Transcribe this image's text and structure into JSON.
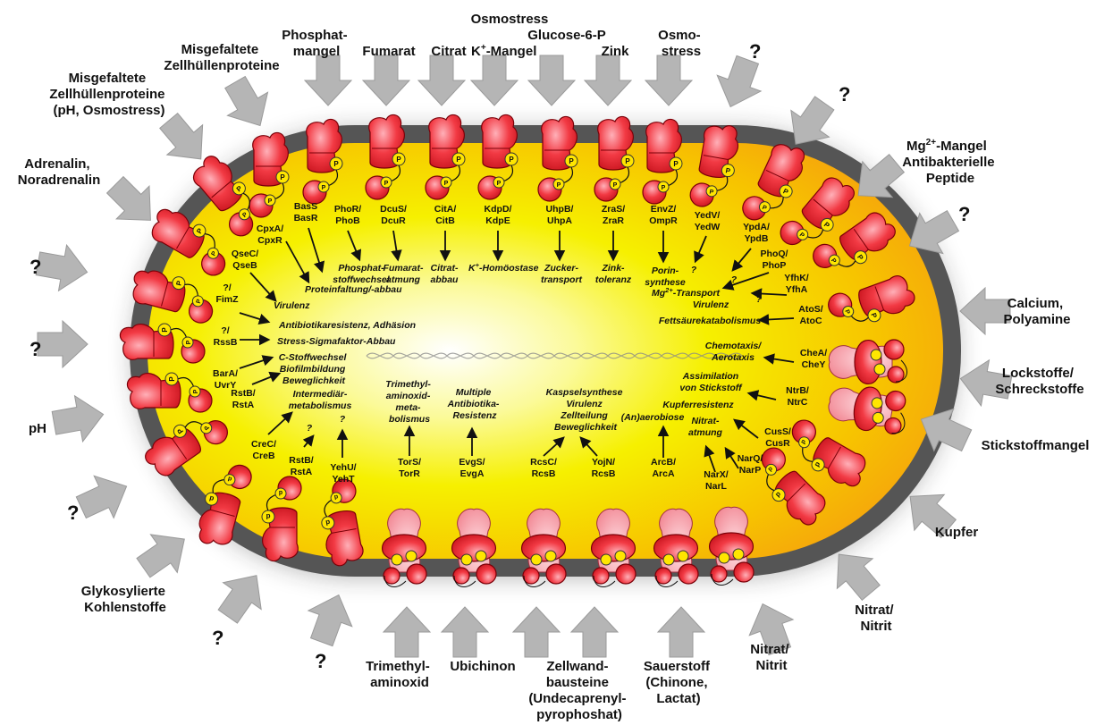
{
  "stimuli": {
    "adrenalin": [
      "Adrenalin,",
      "Noradrenalin"
    ],
    "envelope_ph": [
      "Misgefaltete",
      "Zellhüllenproteine",
      "(pH, Osmostress)"
    ],
    "envelope": [
      "Misgefaltete",
      "Zellhüllenproteine"
    ],
    "phosphate": [
      "Phosphat-",
      "mangel"
    ],
    "fumarate": [
      "Fumarat"
    ],
    "citrate": [
      "Citrat"
    ],
    "potassium_pre": "K",
    "potassium_sup": "+",
    "potassium_post": "-Mangel",
    "osmostress": [
      "Osmostress"
    ],
    "glucose": [
      "Glucose-6-P"
    ],
    "zinc": [
      "Zink"
    ],
    "osmostress2": [
      "Osmo-",
      "stress"
    ],
    "mg_pre": "Mg",
    "mg_sup": "2+",
    "mg_post": "-Mangel",
    "antibacterial": [
      "Antibakterielle",
      "Peptide"
    ],
    "calcium": [
      "Calcium,",
      "Polyamine"
    ],
    "lock": [
      "Lockstoffe/",
      "Schreckstoffe"
    ],
    "nitrogen": [
      "Stickstoffmangel"
    ],
    "copper": [
      "Kupfer"
    ],
    "nitrate_right": [
      "Nitrat/",
      "Nitrit"
    ],
    "nitrate_bottom": [
      "Nitrat/",
      "Nitrit"
    ],
    "oxygen": [
      "Sauerstoff",
      "(Chinone,",
      "Lactat)"
    ],
    "cellwall": [
      "Zellwand-",
      "bausteine",
      "(Undecaprenyl-",
      "pyrophoshat)"
    ],
    "ubiquinone": [
      "Ubichinon"
    ],
    "tmao": [
      "Trimethyl-",
      "aminoxid"
    ],
    "glyco": [
      "Glykosylierte",
      "Kohlenstoffe"
    ],
    "ph": [
      "pH"
    ],
    "unknown": "?"
  },
  "systems": {
    "phor": [
      "PhoR/",
      "PhoB"
    ],
    "dcus": [
      "DcuS/",
      "DcuR"
    ],
    "cita": [
      "CitA/",
      "CitB"
    ],
    "kdpd": [
      "KdpD/",
      "KdpE"
    ],
    "uhpb": [
      "UhpB/",
      "UhpA"
    ],
    "zras": [
      "ZraS/",
      "ZraR"
    ],
    "envz": [
      "EnvZ/",
      "OmpR"
    ],
    "yedv": [
      "YedV/",
      "YedW"
    ],
    "ypda": [
      "YpdA/",
      "YpdB"
    ],
    "phoq": [
      "PhoQ/",
      "PhoP"
    ],
    "yfhk": [
      "YfhK/",
      "YfhA"
    ],
    "atos": [
      "AtoS/",
      "AtoC"
    ],
    "chea": [
      "CheA/",
      "CheY"
    ],
    "ntrb": [
      "NtrB/",
      "NtrC"
    ],
    "cuss": [
      "CusS/",
      "CusR"
    ],
    "narq": [
      "NarQ/",
      "NarP"
    ],
    "narx": [
      "NarX/",
      "NarL"
    ],
    "arcb": [
      "ArcB/",
      "ArcA"
    ],
    "yojn": [
      "YojN/",
      "RcsB"
    ],
    "rcsc": [
      "RcsC/",
      "RcsB"
    ],
    "evgs": [
      "EvgS/",
      "EvgA"
    ],
    "tors": [
      "TorS/",
      "TorR"
    ],
    "yehu": [
      "YehU/",
      "YehT"
    ],
    "rstb_bottom": [
      "RstB/",
      "RstA"
    ],
    "crec": [
      "CreC/",
      "CreB"
    ],
    "rstb_left": [
      "RstB/",
      "RstA"
    ],
    "bara": [
      "BarA/",
      "UvrY"
    ],
    "rssb": [
      "?/",
      "RssB"
    ],
    "fimz": [
      "?/",
      "FimZ"
    ],
    "qsec": [
      "QseC/",
      "QseB"
    ],
    "cpxa": [
      "CpxA/",
      "CpxR"
    ],
    "bass": [
      "BasS",
      "BasR"
    ]
  },
  "responses": {
    "phosphate": [
      "Phosphat-",
      "stoffwechsel"
    ],
    "fumarate": [
      "Fumarat-",
      "atmung"
    ],
    "citrate": [
      "Citrat-",
      "abbau"
    ],
    "k_pre": "K",
    "k_sup": "+",
    "k_post": "-Homöostase",
    "sugar": [
      "Zucker-",
      "transport"
    ],
    "zinc": [
      "Zink-",
      "toleranz"
    ],
    "porin": [
      "Porin-",
      "synthese"
    ],
    "mg_pre": "Mg",
    "mg_sup": "2+",
    "mg_post": "-Transport",
    "virulence_right": "Virulenz",
    "fatty": "Fettsäurekatabolismus",
    "chemotaxis": [
      "Chemotaxis/",
      "Aerotaxis"
    ],
    "nitrogen": [
      "Assimilation",
      "von Stickstoff"
    ],
    "copper": "Kupferresistenz",
    "nitrate": [
      "Nitrat-",
      "atmung"
    ],
    "anaerobic": "(An)aerobiose",
    "capsule": [
      "Kaspselsynthese",
      "Virulenz",
      "Zellteilung",
      "Beweglichkeit"
    ],
    "antibiotic": [
      "Multiple",
      "Antibiotika-",
      "Resistenz"
    ],
    "tmao": [
      "Trimethyl-",
      "aminoxid-",
      "meta-",
      "bolismus"
    ],
    "intermediary": [
      "Intermediär-",
      "metabolismus"
    ],
    "carbon": [
      "C-Stoffwechsel",
      "Biofilmbildung",
      "Beweglichkeit"
    ],
    "stress": "Stress-Sigmafaktor-Abbau",
    "adhesion": "Antibiotikaresistenz, Adhäsion",
    "virulence_left": "Virulenz",
    "protein": "Proteinfaltung/-abbau",
    "unknown": "?"
  },
  "colors": {
    "membrane": "#555555",
    "cytoplasm_center": "#ffffff",
    "cytoplasm_mid": "#f6f000",
    "cytoplasm_edge": "#f59a10",
    "protein": "#e8202a",
    "protein_light": "#ffb0b8",
    "phosphate": "#ffe600",
    "arrow_gray": "#b5b5b5",
    "text": "#111111"
  },
  "markers": {
    "phosphate": "P",
    "d": "d"
  }
}
